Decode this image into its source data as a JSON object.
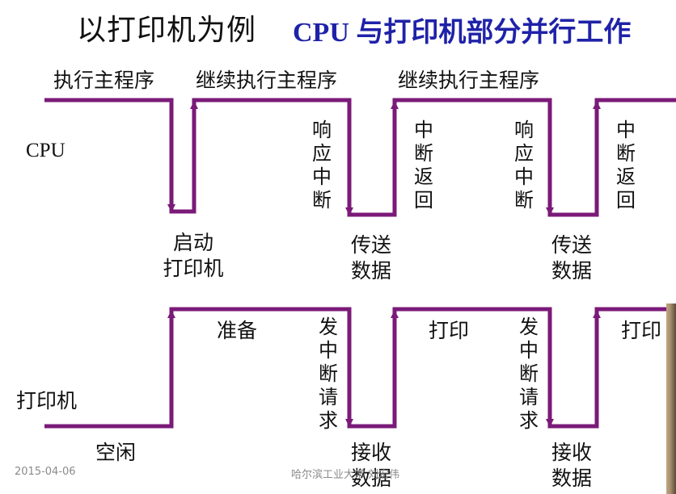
{
  "title": {
    "main": "以打印机为例",
    "sub": "CPU 与打印机部分并行工作",
    "color": "#1f22a8"
  },
  "colors": {
    "line": "#7b1a78",
    "text": "#111111"
  },
  "cpu": {
    "row_label": "CPU",
    "label_exec": "执行主程序",
    "label_continue_1": "继续执行主程序",
    "label_continue_2": "继续执行主程序",
    "label_start": "启动\n打印机",
    "label_respond_1": "响应中断",
    "label_return_1": "中断返回",
    "label_transfer_1": "传送\n数据",
    "label_respond_2": "响应中断",
    "label_return_2": "中断返回",
    "label_transfer_2": "传送\n数据"
  },
  "printer": {
    "row_label": "打印机",
    "label_idle": "空闲",
    "label_prepare": "准备",
    "label_request_1": "发中断请求",
    "label_print_1": "打印",
    "label_receive_1": "接收\n数据",
    "label_request_2": "发中断请求",
    "label_print_2": "打印",
    "label_receive_2": "接收\n数据"
  },
  "footer": {
    "date": "2015-04-06",
    "org": "哈尔滨工业大学 刘宏伟"
  }
}
